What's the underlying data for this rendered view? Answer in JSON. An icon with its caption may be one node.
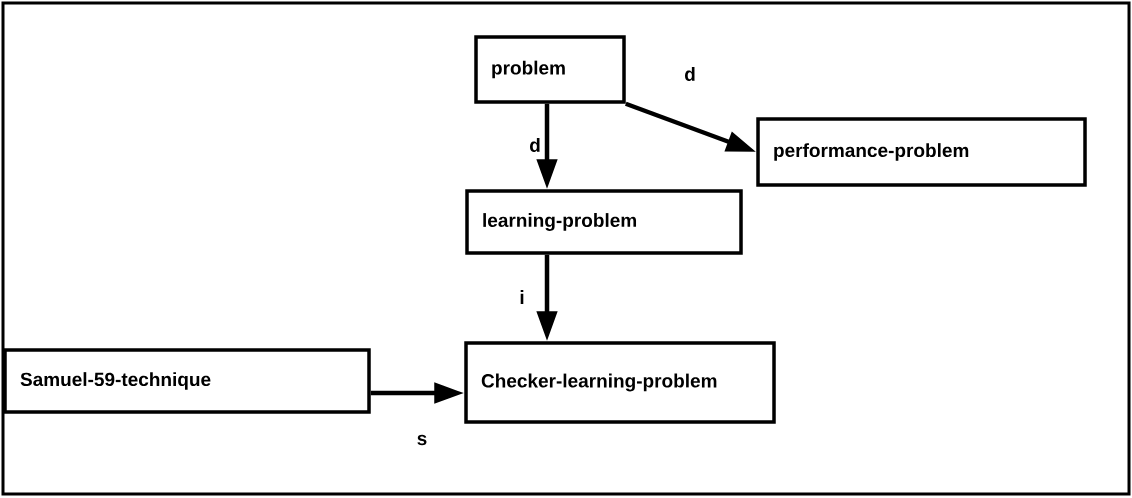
{
  "diagram": {
    "nodes": [
      {
        "text": [
          "problem"
        ]
      },
      {
        "text": [
          "performance-problem"
        ]
      },
      {
        "text": [
          "learning-problem"
        ]
      },
      {
        "text": [
          "Samuel-59-technique"
        ]
      },
      {
        "text": [
          "Checker-learning-problem"
        ]
      }
    ],
    "edges": [
      {
        "from": 0,
        "to": 2,
        "arrow": "to",
        "label": "d"
      },
      {
        "from": 0,
        "to": 1,
        "arrow": "to",
        "label": "d"
      },
      {
        "from": 2,
        "to": 4,
        "arrow": "to",
        "label": "i"
      },
      {
        "from": 3,
        "to": 4,
        "arrow": "to",
        "label": "s"
      }
    ]
  }
}
